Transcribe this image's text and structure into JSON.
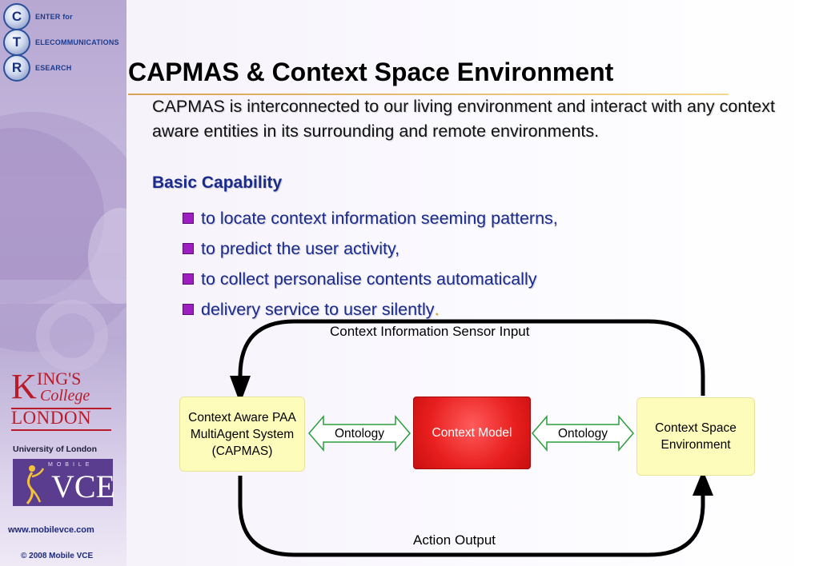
{
  "sidebar": {
    "ctr": [
      {
        "letter": "C",
        "text": "ENTER for"
      },
      {
        "letter": "T",
        "text": "ELECOMMUNICATIONS"
      },
      {
        "letter": "R",
        "text": "ESEARCH"
      }
    ],
    "kings": {
      "k": "K",
      "ings": "ING'S",
      "college": "College",
      "london": "LONDON"
    },
    "university": "University of London",
    "vce": {
      "mobile": "MOBILE",
      "name": "VCE"
    },
    "url": "www.mobilevce.com",
    "copyright": "© 2008 Mobile VCE"
  },
  "slide": {
    "title": "CAPMAS & Context Space Environment",
    "intro": "CAPMAS is interconnected to our living environment and interact with any context aware entities in its surrounding and remote environments.",
    "basic_capability": "Basic Capability",
    "bullets": [
      "to locate context information seeming patterns,",
      "to predict the user activity,",
      "to collect personalise contents automatically",
      "delivery service to user silently"
    ],
    "last_bullet_trail": "."
  },
  "diagram": {
    "top_label": "Context Information Sensor Input",
    "bottom_label": "Action Output",
    "left_box": "Context Aware PAA MultiAgent System (CAPMAS)",
    "center_box": "Context Model",
    "right_box": "Context Space Environment",
    "ontology_left": "Ontology",
    "ontology_right": "Ontology"
  }
}
